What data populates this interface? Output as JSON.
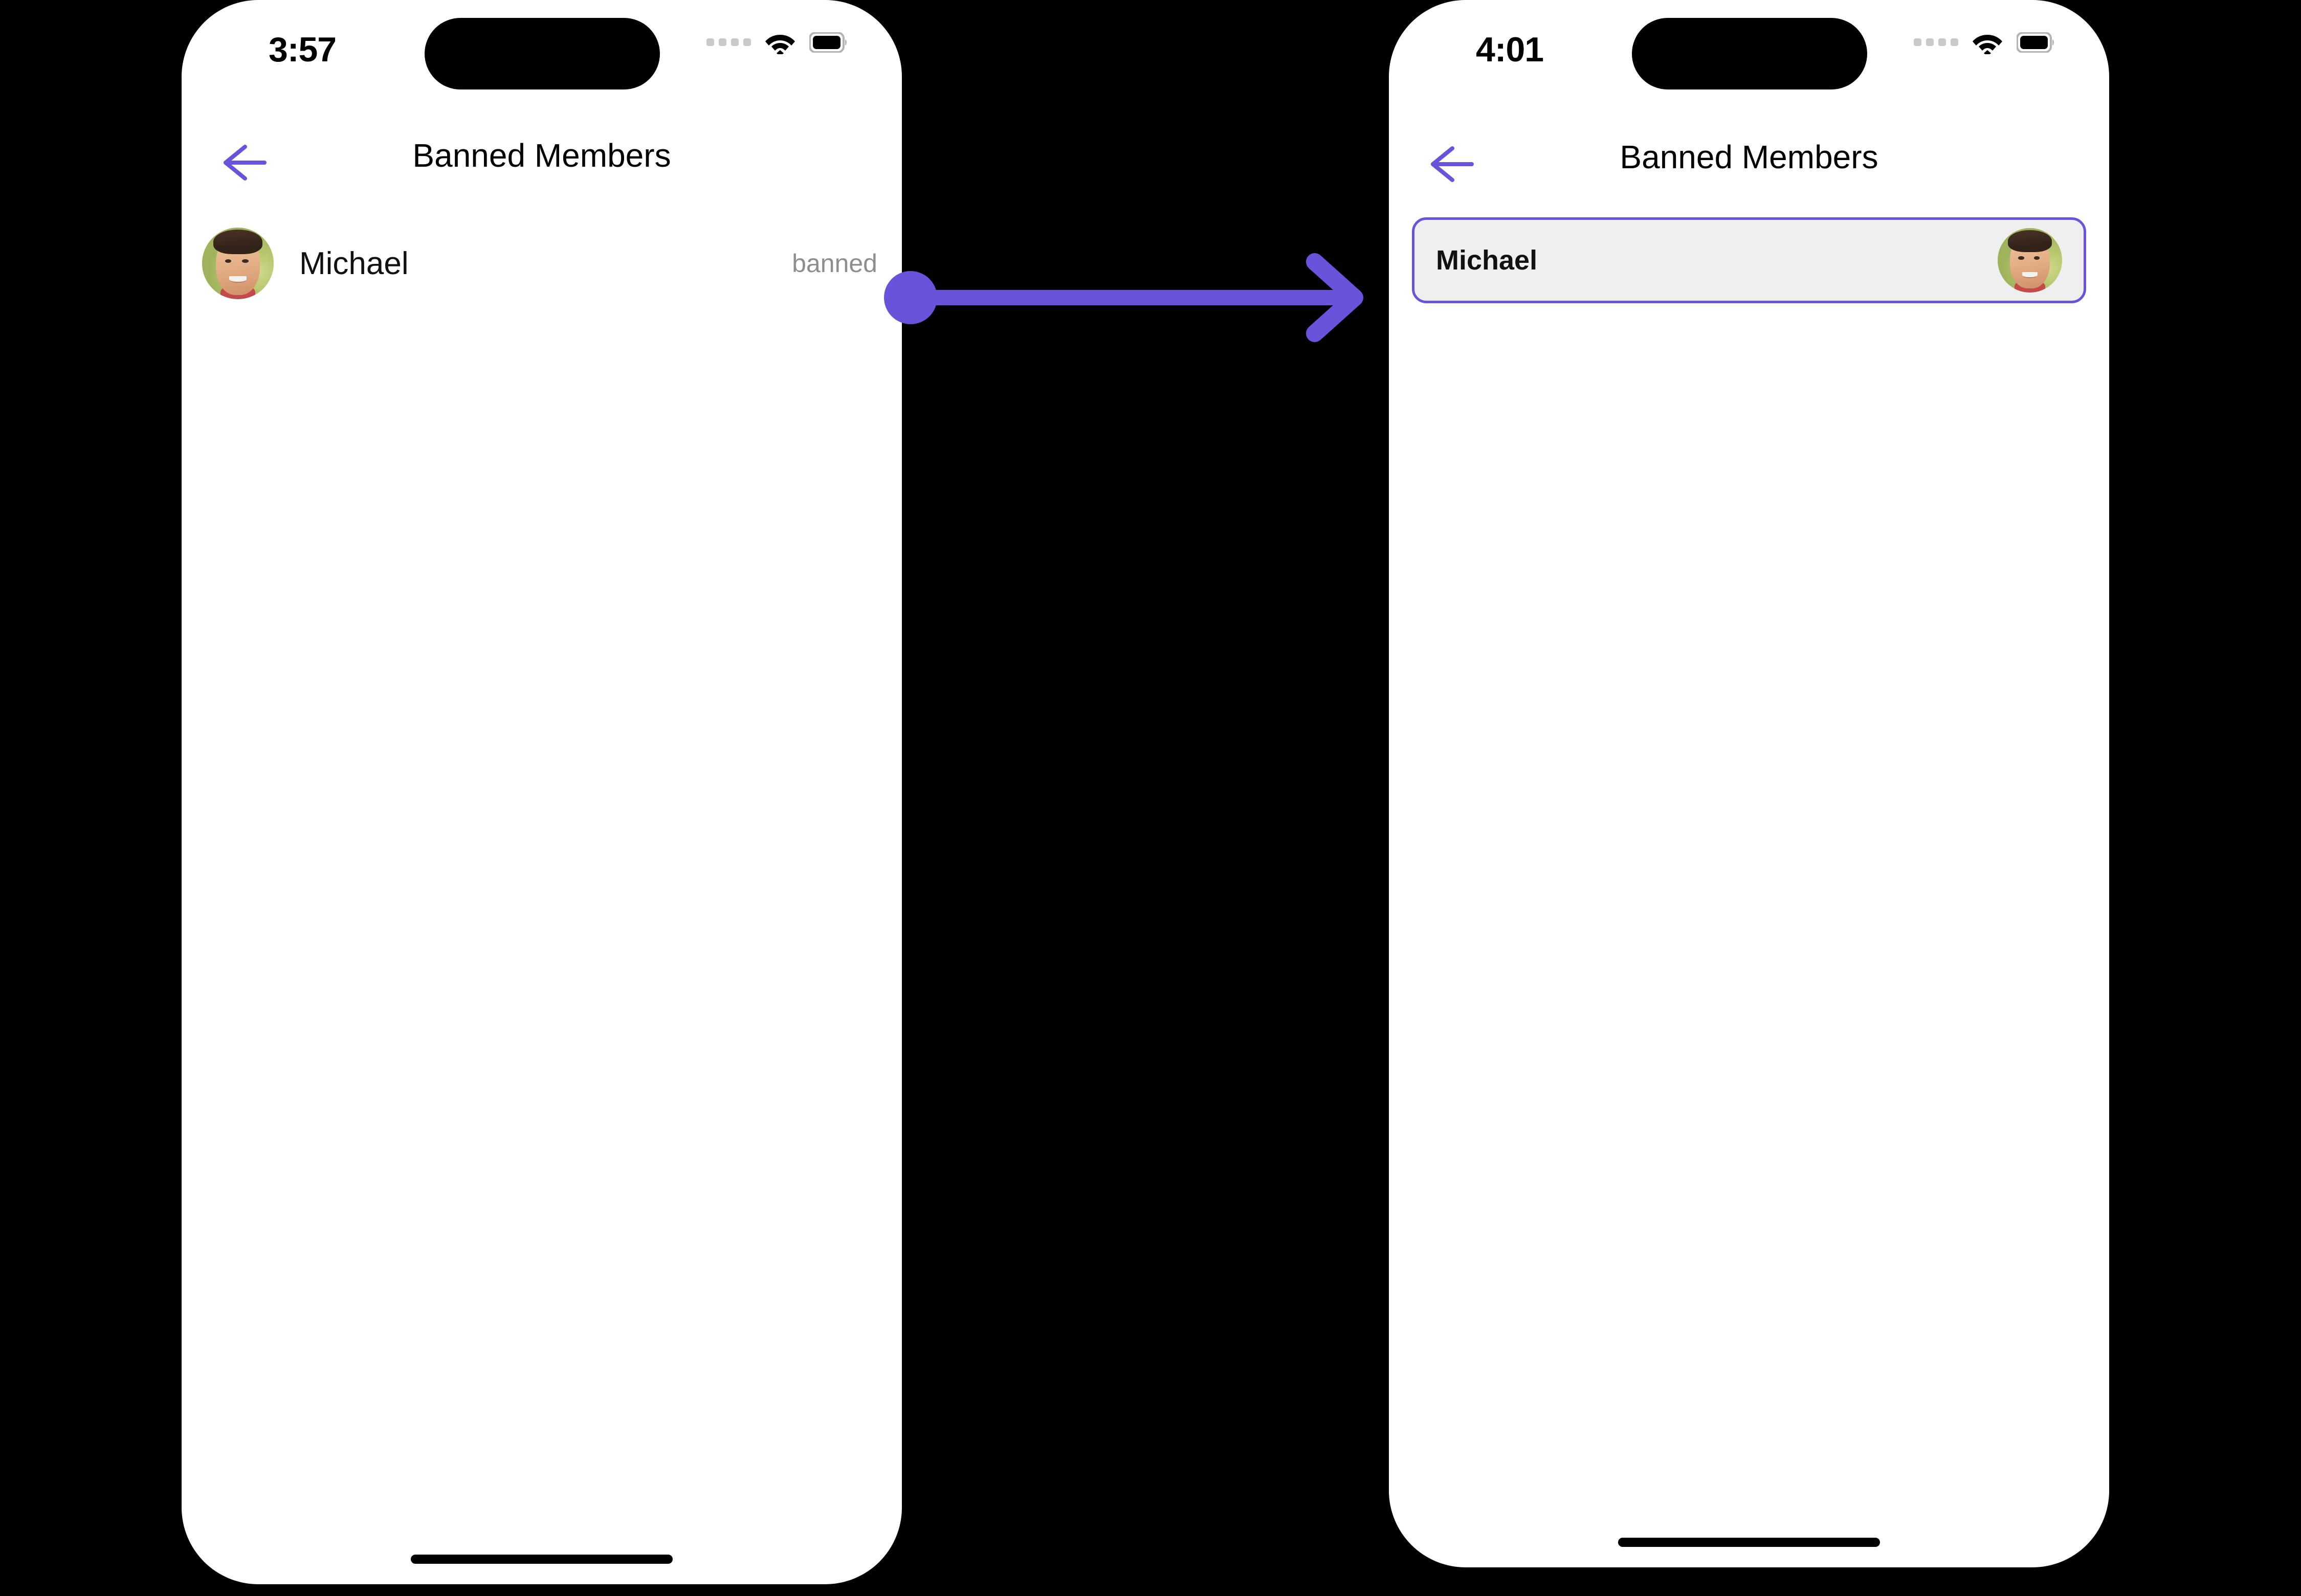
{
  "accent_color": "#6a53db",
  "background_color": "#000000",
  "screens": [
    {
      "id": "before",
      "status_bar": {
        "time": "3:57",
        "icons": [
          "cellular-dots-icon",
          "wifi-icon",
          "battery-icon"
        ]
      },
      "nav": {
        "back_icon": "back-arrow-icon",
        "title": "Banned Members"
      },
      "list": {
        "rows": [
          {
            "avatar": "avatar-michael",
            "name": "Michael",
            "status": "banned"
          }
        ]
      },
      "home_indicator": "home-indicator"
    },
    {
      "id": "after",
      "status_bar": {
        "time": "4:01",
        "icons": [
          "cellular-dots-icon",
          "wifi-icon",
          "battery-icon"
        ]
      },
      "nav": {
        "back_icon": "back-arrow-icon",
        "title": "Banned Members"
      },
      "card": {
        "name": "Michael",
        "avatar": "avatar-michael",
        "selected": true,
        "border_color": "#6a53db",
        "fill_color": "#efefef"
      },
      "home_indicator": "home-indicator"
    }
  ],
  "annotation": {
    "type": "transition-arrow",
    "color": "#6a53db",
    "from": "banned-status-label",
    "to": "selected-member-card"
  }
}
